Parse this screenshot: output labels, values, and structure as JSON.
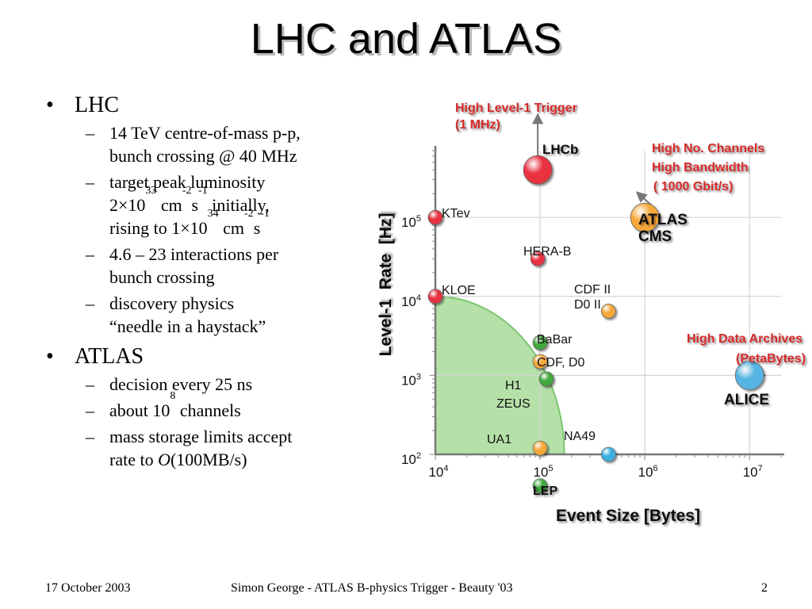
{
  "slide": {
    "title": "LHC and ATLAS",
    "bullets": [
      {
        "label": "LHC",
        "items": [
          {
            "lines": [
              [
                {
                  "t": "14 TeV centre-of-mass p-p,"
                }
              ],
              [
                {
                  "t": "bunch crossing @ 40 MHz"
                }
              ]
            ]
          },
          {
            "lines": [
              [
                {
                  "t": "target peak luminosity"
                }
              ],
              [
                {
                  "t": "2×10"
                },
                {
                  "t": "33",
                  "sup": true
                },
                {
                  "t": " cm"
                },
                {
                  "t": "-2",
                  "sup": true
                },
                {
                  "t": "s"
                },
                {
                  "t": "-1",
                  "sup": true
                },
                {
                  "t": " initially,"
                }
              ],
              [
                {
                  "t": "rising to 1×10"
                },
                {
                  "t": "34",
                  "sup": true
                },
                {
                  "t": " cm"
                },
                {
                  "t": "-2",
                  "sup": true
                },
                {
                  "t": "s"
                },
                {
                  "t": "-1",
                  "sup": true
                }
              ]
            ]
          },
          {
            "lines": [
              [
                {
                  "t": "4.6 – 23 interactions per"
                }
              ],
              [
                {
                  "t": "bunch crossing"
                }
              ]
            ]
          },
          {
            "lines": [
              [
                {
                  "t": "discovery physics"
                }
              ],
              [
                {
                  "t": "“needle in a haystack”"
                }
              ]
            ]
          }
        ]
      },
      {
        "label": "ATLAS",
        "items": [
          {
            "lines": [
              [
                {
                  "t": "decision every 25 ns"
                }
              ]
            ]
          },
          {
            "lines": [
              [
                {
                  "t": "about 10"
                },
                {
                  "t": "8",
                  "sup": true
                },
                {
                  "t": " channels"
                }
              ]
            ]
          },
          {
            "lines": [
              [
                {
                  "t": "mass storage limits accept"
                }
              ],
              [
                {
                  "t": "rate to "
                },
                {
                  "t": "O",
                  "i": true
                },
                {
                  "t": "(100MB/s)"
                }
              ]
            ]
          }
        ]
      }
    ],
    "footer": {
      "date": "17 October 2003",
      "center": "Simon George - ATLAS B-physics Trigger - Beauty '03",
      "page": "2"
    }
  },
  "chart_data": {
    "type": "scatter",
    "scale": "log-log",
    "xlabel": "Event Size [Bytes]",
    "ylabel": "Level-1  Rate  [Hz]",
    "xlim": [
      10000,
      20000000
    ],
    "ylim": [
      100,
      700000
    ],
    "grid": true,
    "x_ticks": [
      {
        "base": "10",
        "exp": "4",
        "v": 10000
      },
      {
        "base": "10",
        "exp": "5",
        "v": 100000
      },
      {
        "base": "10",
        "exp": "6",
        "v": 1000000
      },
      {
        "base": "10",
        "exp": "7",
        "v": 10000000
      }
    ],
    "y_ticks": [
      {
        "base": "10",
        "exp": "2",
        "v": 100
      },
      {
        "base": "10",
        "exp": "3",
        "v": 1000
      },
      {
        "base": "10",
        "exp": "4",
        "v": 10000
      },
      {
        "base": "10",
        "exp": "5",
        "v": 100000
      }
    ],
    "shaded_region": {
      "color": "#b5e0a8",
      "edge": "#7cc56f",
      "corner": [
        10000,
        100
      ],
      "top": 10000,
      "right": 170000
    },
    "experiments": [
      {
        "name": "LHCb",
        "x": 95000,
        "y": 400000,
        "size": 1.0,
        "color": "#e8303f"
      },
      {
        "name": "KTev",
        "x": 10000,
        "y": 100000,
        "size": 0.5,
        "color": "#e8303f"
      },
      {
        "name": "HERA-B",
        "x": 95000,
        "y": 30000,
        "size": 0.5,
        "color": "#e8303f"
      },
      {
        "name": "KLOE",
        "x": 10000,
        "y": 10000,
        "size": 0.5,
        "color": "#e8303f"
      },
      {
        "name": "ATLAS",
        "x": 1000000,
        "y": 100000,
        "size": 1.0,
        "color": "#f7a83a"
      },
      {
        "name": "CMS",
        "x": 1000000,
        "y": 100000,
        "size": 1.0,
        "color": "#f7a83a"
      },
      {
        "name": "CDF II",
        "x": 450000,
        "y": 6500,
        "size": 0.5,
        "color": "#f7a83a"
      },
      {
        "name": "D0 II",
        "x": 450000,
        "y": 6500,
        "size": 0.5,
        "color": "#f7a83a"
      },
      {
        "name": "BaBar",
        "x": 100000,
        "y": 2600,
        "size": 0.5,
        "color": "#3fa83d"
      },
      {
        "name": "CDF, D0",
        "x": 100000,
        "y": 1500,
        "size": 0.5,
        "color": "#f7a83a"
      },
      {
        "name": "H1",
        "x": 115000,
        "y": 900,
        "size": 0.5,
        "color": "#3fa83d"
      },
      {
        "name": "ZEUS",
        "x": 115000,
        "y": 900,
        "size": 0.5,
        "color": "#3fa83d"
      },
      {
        "name": "UA1",
        "x": 100000,
        "y": 120,
        "size": 0.5,
        "color": "#f7a83a"
      },
      {
        "name": "NA49",
        "x": 450000,
        "y": 100,
        "size": 0.5,
        "color": "#3ab0e0"
      },
      {
        "name": "LEP",
        "x": 100000,
        "y": 40,
        "size": 0.5,
        "color": "#3fa83d"
      },
      {
        "name": "ALICE",
        "x": 10000000,
        "y": 1000,
        "size": 1.0,
        "color": "#54b4e2"
      }
    ],
    "point_labels": [
      "LHCb",
      "KTev",
      "HERA-B",
      "KLOE",
      "ATLAS",
      "CMS",
      "CDF II",
      "D0 II",
      "BaBar",
      "CDF, D0",
      "H1",
      "ZEUS",
      "UA1",
      "NA49",
      "LEP",
      "ALICE"
    ],
    "annotations": [
      {
        "lines": [
          "High Level-1 Trigger",
          "(1 MHz)"
        ],
        "color": "#d42a2a"
      },
      {
        "lines": [
          "High No. Channels",
          "High Bandwidth",
          "( 1000 Gbit/s)"
        ],
        "color": "#d42a2a"
      },
      {
        "lines": [
          "High Data Archives",
          "(PetaBytes)"
        ],
        "color": "#d42a2a"
      }
    ]
  }
}
